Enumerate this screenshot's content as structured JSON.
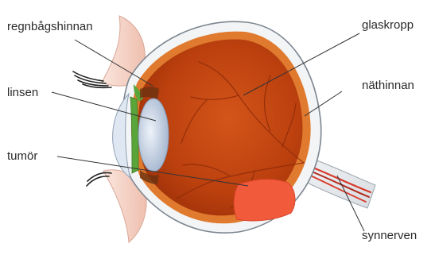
{
  "labels": {
    "iris": "regnbågshinnan",
    "lens": "linsen",
    "tumor": "tumör",
    "vitreous": "glaskropp",
    "retina": "näthinnan",
    "optic_nerve": "synnerven"
  },
  "colors": {
    "sclera": "#f2f4f6",
    "choroid": "#e07a2e",
    "interior": "#c0440e",
    "vessel": "#8e2a08",
    "tumor": "#f25a3c",
    "lens": "#bccbe0",
    "cornea": "#dfe8f2",
    "iris": "#5aa53a",
    "skin": "#f4d4c8",
    "leader": "#333333"
  }
}
